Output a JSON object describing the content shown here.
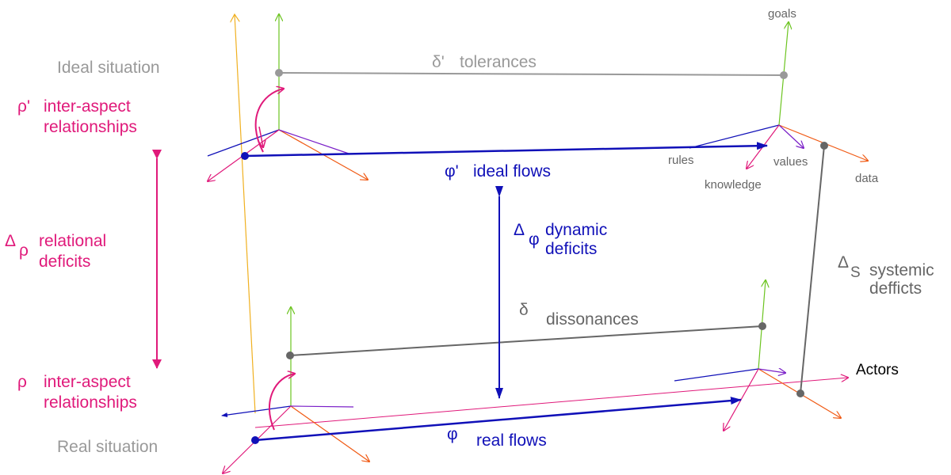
{
  "colors": {
    "gray": "#999999",
    "dark_gray": "#666666",
    "pink": "#e0197a",
    "blue": "#1010b8",
    "orange": "#f05a14",
    "green": "#6cc420",
    "purple": "#7a1fc8",
    "magenta": "#e0197a",
    "yellow": "#f0b020"
  },
  "situations": {
    "ideal": "Ideal situation",
    "real": "Real situation"
  },
  "relations": {
    "ideal_symbol": "ρ'",
    "ideal_line1": "inter-aspect",
    "ideal_line2": "relationships",
    "real_symbol": "ρ",
    "real_line1": "inter-aspect",
    "real_line2": "relationships",
    "deficit_symbol": "Δ",
    "deficit_sub": "ρ",
    "deficit_line1": "relational",
    "deficit_line2": "deficits"
  },
  "tolerances": {
    "symbol": "δ'",
    "label": "tolerances"
  },
  "dissonances": {
    "symbol": "δ",
    "label": "dissonances"
  },
  "flows": {
    "ideal_symbol": "φ'",
    "ideal_label": "ideal flows",
    "real_symbol": "φ",
    "real_label": "real flows"
  },
  "dynamic": {
    "symbol": "Δ",
    "sub": "φ",
    "line1": "dynamic",
    "line2": "deficits"
  },
  "systemic": {
    "symbol": "Δ",
    "sub": "S",
    "line1": "systemic",
    "line2": "defficts"
  },
  "axes": {
    "goals": "goals",
    "rules": "rules",
    "values": "values",
    "knowledge": "knowledge",
    "data": "data",
    "actors": "Actors"
  }
}
